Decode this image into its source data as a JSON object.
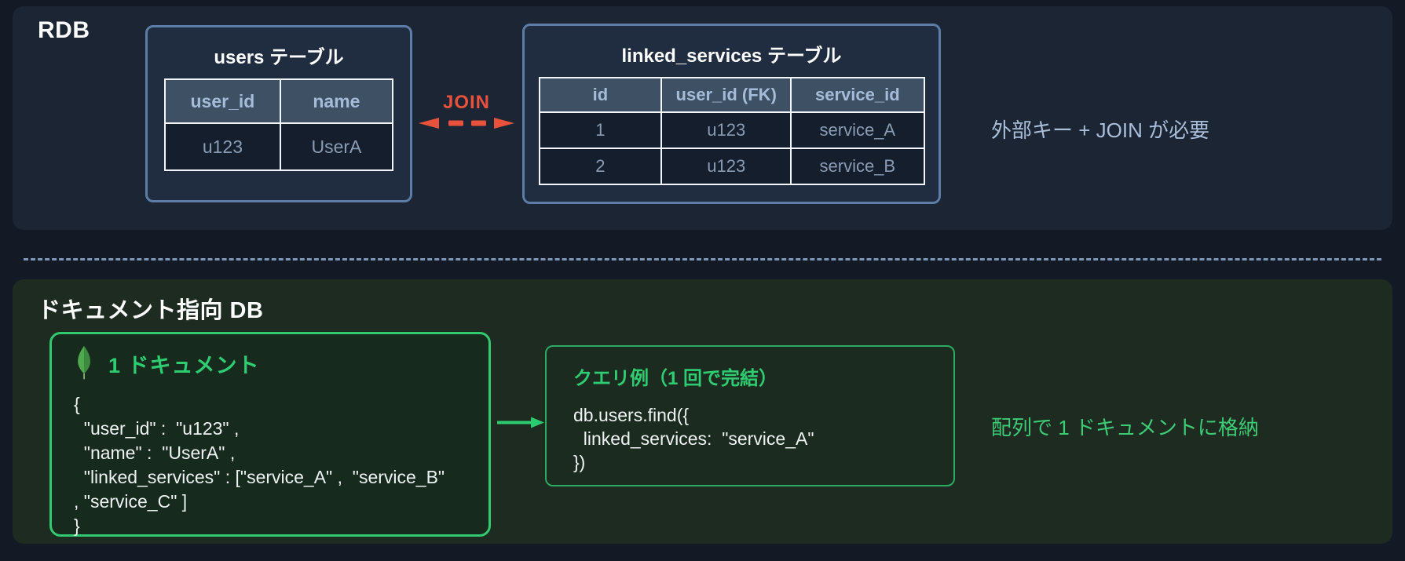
{
  "rdb_section": {
    "label": "RDB",
    "users_table": {
      "title": "users テーブル",
      "headers": [
        "user_id",
        "name"
      ],
      "rows": [
        [
          "u123",
          "UserA"
        ]
      ]
    },
    "linked_services_table": {
      "title": "linked_services テーブル",
      "headers": [
        "id",
        "user_id (FK)",
        "service_id"
      ],
      "rows": [
        [
          "1",
          "u123",
          "service_A"
        ],
        [
          "2",
          "u123",
          "service_B"
        ]
      ]
    },
    "join_label": "JOIN",
    "caption": "外部キー + JOIN が必要"
  },
  "document_section": {
    "label": "ドキュメント指向 DB",
    "document_box": {
      "icon": "mongodb-leaf-icon",
      "title": "1 ドキュメント",
      "json_lines": [
        "{",
        "  \"user_id\" :  \"u123\" ,",
        "  \"name\" :  \"UserA\" ,",
        "  \"linked_services\" : [\"service_A\" ,  \"service_B\"",
        ", \"service_C\" ]",
        "}"
      ]
    },
    "query_box": {
      "title": "クエリ例（1 回で完結）",
      "code_lines": [
        "db.users.find({",
        "  linked_services:  \"service_A\"",
        "})"
      ]
    },
    "caption": "配列で 1 ドキュメントに格納"
  },
  "colors": {
    "page_background": "#141a25",
    "rdb_panel": "#1c2534",
    "doc_panel": "#1d2b21",
    "entity_border": "#5c7da6",
    "table_header_bg": "#3e5064",
    "table_header_text": "#a5bcd9",
    "table_cell_text": "#8a9cb4",
    "join_red": "#e8513c",
    "slate_caption": "#a9bed9",
    "mongo_green": "#2fcd72",
    "green_caption": "#3ecb76"
  }
}
